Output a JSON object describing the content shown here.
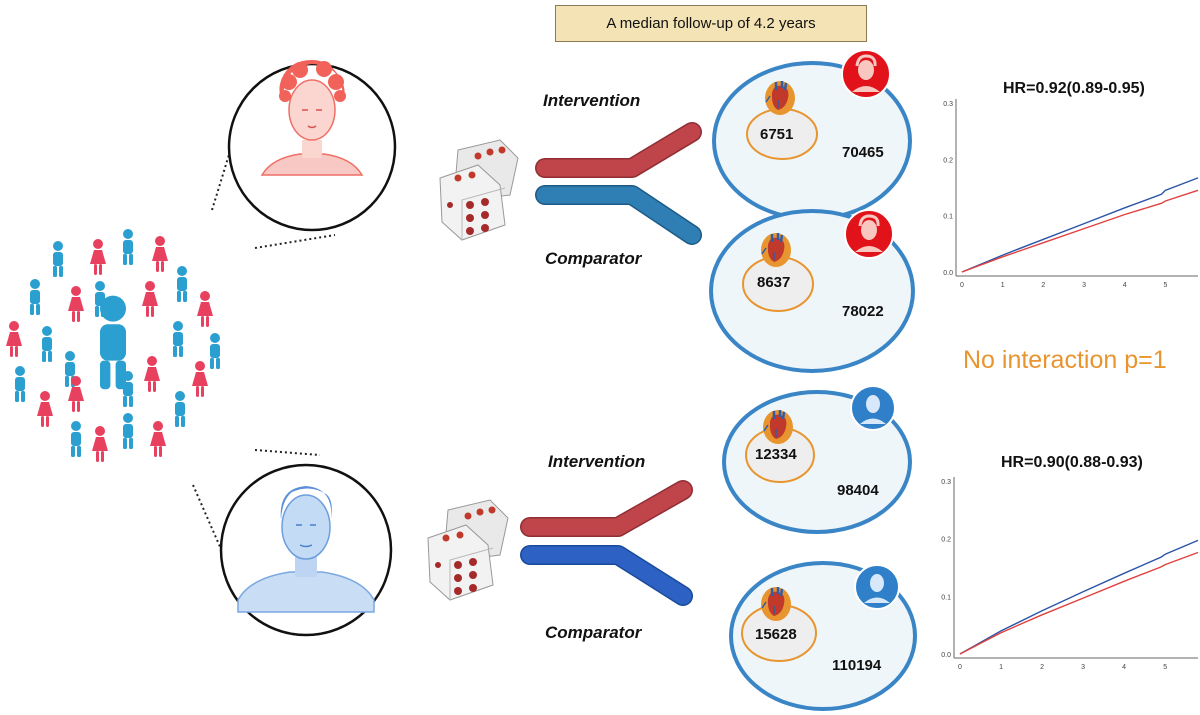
{
  "header": {
    "follow_up": "A median follow-up of 4.2 years"
  },
  "groups": [
    {
      "name": "female",
      "arms": [
        {
          "label": "Intervention",
          "events": "6751",
          "total": "70465"
        },
        {
          "label": "Comparator",
          "events": "8637",
          "total": "78022"
        }
      ],
      "hr": "HR=0.92(0.89-0.95)"
    },
    {
      "name": "male",
      "arms": [
        {
          "label": "Intervention",
          "events": "12334",
          "total": "98404"
        },
        {
          "label": "Comparator",
          "events": "15628",
          "total": "110194"
        }
      ],
      "hr": "HR=0.90(0.88-0.93)"
    }
  ],
  "interaction": "No interaction p=1",
  "colors": {
    "female": "#e8405f",
    "male": "#2a9fd0",
    "intervention": "#c0454a",
    "comparator": "#2f7fb5",
    "ellipse_border": "#3a85c6",
    "highlight": "#e8952f"
  },
  "chart_data": [
    {
      "type": "line",
      "x_ticks": [
        "0",
        "1",
        "2",
        "3",
        "4",
        "5"
      ],
      "y_ticks": [
        "0.0",
        "0.1",
        "0.2",
        "0.3"
      ],
      "xlim": [
        0,
        5.8
      ],
      "ylim": [
        0,
        0.3
      ],
      "series": [
        {
          "color": "#2b55a6",
          "x": [
            0,
            1,
            2,
            3,
            4,
            4.9,
            5.0,
            5.8
          ],
          "y": [
            0,
            0.03,
            0.058,
            0.086,
            0.114,
            0.138,
            0.145,
            0.167
          ]
        },
        {
          "color": "#e0413f",
          "x": [
            0,
            1,
            2,
            3,
            4,
            4.9,
            5.0,
            5.8
          ],
          "y": [
            0,
            0.027,
            0.052,
            0.077,
            0.102,
            0.122,
            0.126,
            0.145
          ]
        }
      ]
    },
    {
      "type": "line",
      "x_ticks": [
        "0",
        "1",
        "2",
        "3",
        "4",
        "5"
      ],
      "y_ticks": [
        "0.0",
        "0.1",
        "0.2",
        "0.3"
      ],
      "xlim": [
        0,
        5.8
      ],
      "ylim": [
        0,
        0.3
      ],
      "series": [
        {
          "color": "#2b55a6",
          "x": [
            0,
            1,
            2,
            3,
            4,
            4.9,
            5.0,
            5.8
          ],
          "y": [
            0,
            0.04,
            0.075,
            0.108,
            0.14,
            0.168,
            0.173,
            0.197
          ]
        },
        {
          "color": "#e0413f",
          "x": [
            0,
            1,
            2,
            3,
            4,
            4.9,
            5.0,
            5.8
          ],
          "y": [
            0,
            0.037,
            0.068,
            0.097,
            0.126,
            0.151,
            0.155,
            0.176
          ]
        }
      ]
    }
  ]
}
